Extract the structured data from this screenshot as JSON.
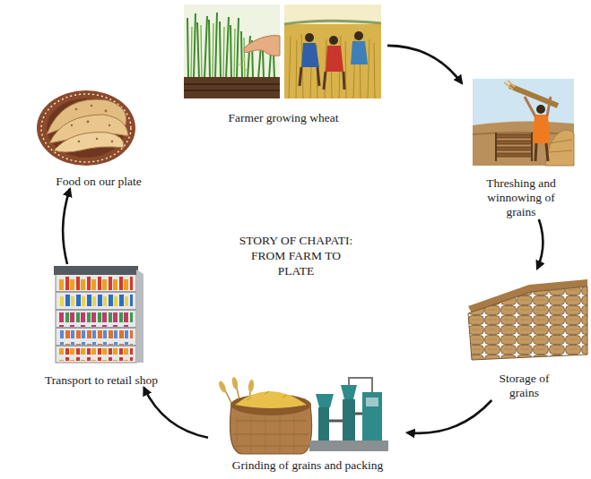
{
  "diagram": {
    "title": "STORY OF CHAPATI: FROM FARM TO PLATE",
    "nodes": [
      {
        "text": [
          "Farmer growing wheat"
        ]
      },
      {
        "text": [
          "Threshing and winnowing of grains"
        ]
      },
      {
        "text": [
          "Storage of grains"
        ]
      },
      {
        "text": [
          "Grinding of grains and packing"
        ]
      },
      {
        "text": [
          "Transport to retail shop"
        ]
      },
      {
        "text": [
          "Food on our plate"
        ]
      }
    ],
    "edges": [
      {
        "from": 0,
        "to": 1,
        "arrow": "to"
      },
      {
        "from": 1,
        "to": 2,
        "arrow": "to"
      },
      {
        "from": 2,
        "to": 3,
        "arrow": "to"
      },
      {
        "from": 3,
        "to": 4,
        "arrow": "to"
      },
      {
        "from": 4,
        "to": 5,
        "arrow": "to"
      }
    ]
  }
}
